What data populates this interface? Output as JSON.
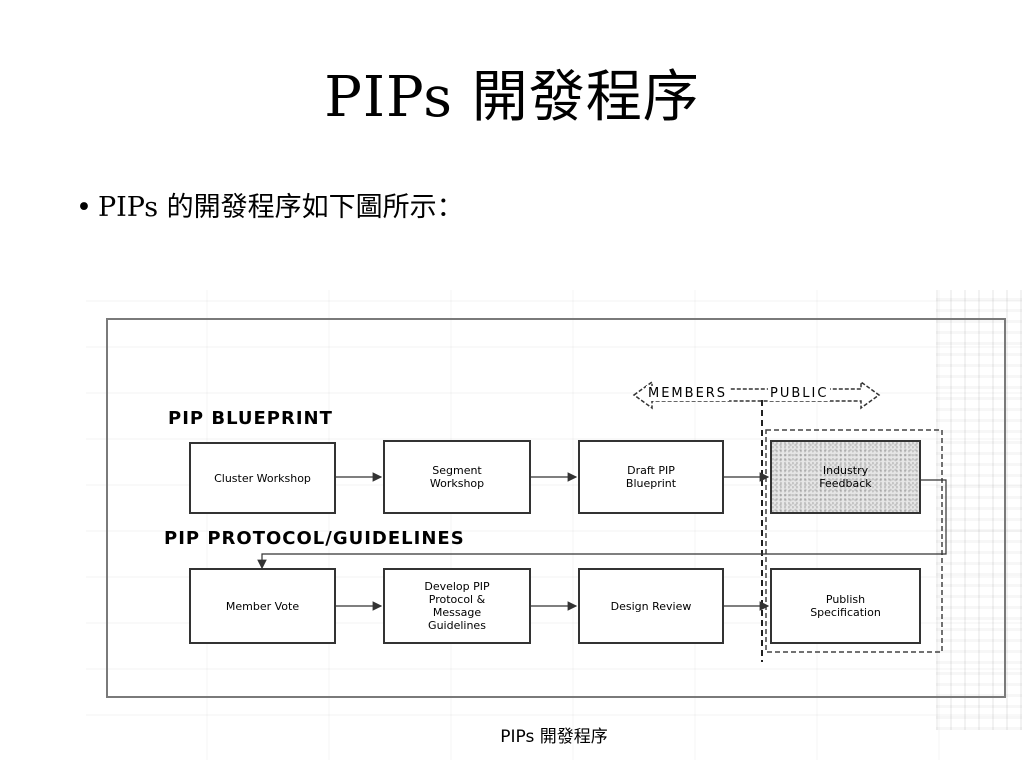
{
  "slide": {
    "title": "PIPs 開發程序",
    "bullet": "PIPs 的開發程序如下圖所示："
  },
  "figure": {
    "members_label": "MEMBERS",
    "public_label": "PUBLIC",
    "blueprint_section": "PIP BLUEPRINT",
    "protocol_section": "PIP PROTOCOL/GUIDELINES",
    "boxes": {
      "cluster_workshop": "Cluster Workshop",
      "segment_workshop": "Segment\nWorkshop",
      "draft_blueprint": "Draft PIP\nBlueprint",
      "industry_feedback": "Industry\nFeedback",
      "member_vote": "Member Vote",
      "develop_protocol": "Develop PIP\nProtocol &\nMessage\nGuidelines",
      "design_review": "Design Review",
      "publish_spec": "Publish\nSpecification"
    },
    "caption": "PIPs 開發程序"
  }
}
